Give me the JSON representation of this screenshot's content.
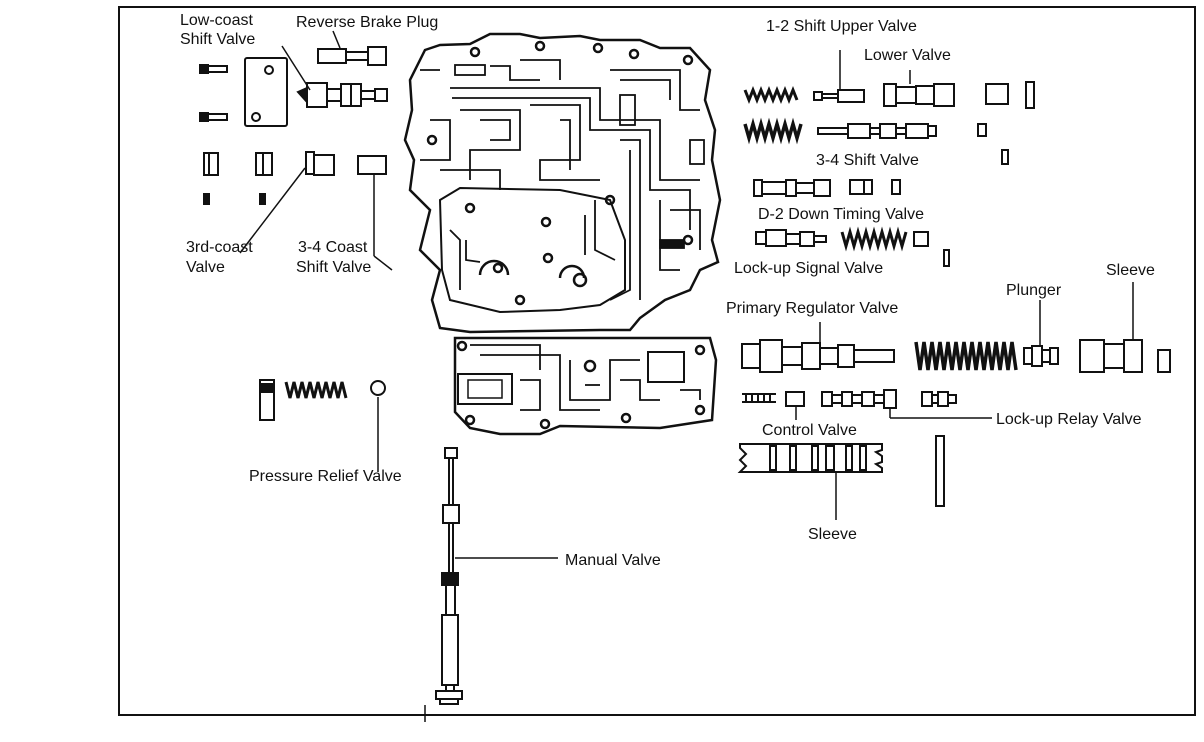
{
  "labels": {
    "low_coast_1": "Low-coast",
    "low_coast_2": "Shift Valve",
    "reverse_brake_plug": "Reverse Brake Plug",
    "third_coast_1": "3rd-coast",
    "third_coast_2": "Valve",
    "coast_34_1": "3-4 Coast",
    "coast_34_2": "Shift Valve",
    "pressure_relief": "Pressure Relief Valve",
    "manual_valve": "Manual Valve",
    "upper_12": "1-2 Shift Upper Valve",
    "lower_valve": "Lower Valve",
    "shift_34": "3-4 Shift Valve",
    "d2_down": "D-2 Down Timing Valve",
    "lockup_signal": "Lock-up Signal Valve",
    "primary_regulator": "Primary Regulator Valve",
    "plunger": "Plunger",
    "sleeve_top": "Sleeve",
    "control_valve": "Control Valve",
    "lockup_relay": "Lock-up Relay Valve",
    "sleeve_bottom": "Sleeve"
  }
}
